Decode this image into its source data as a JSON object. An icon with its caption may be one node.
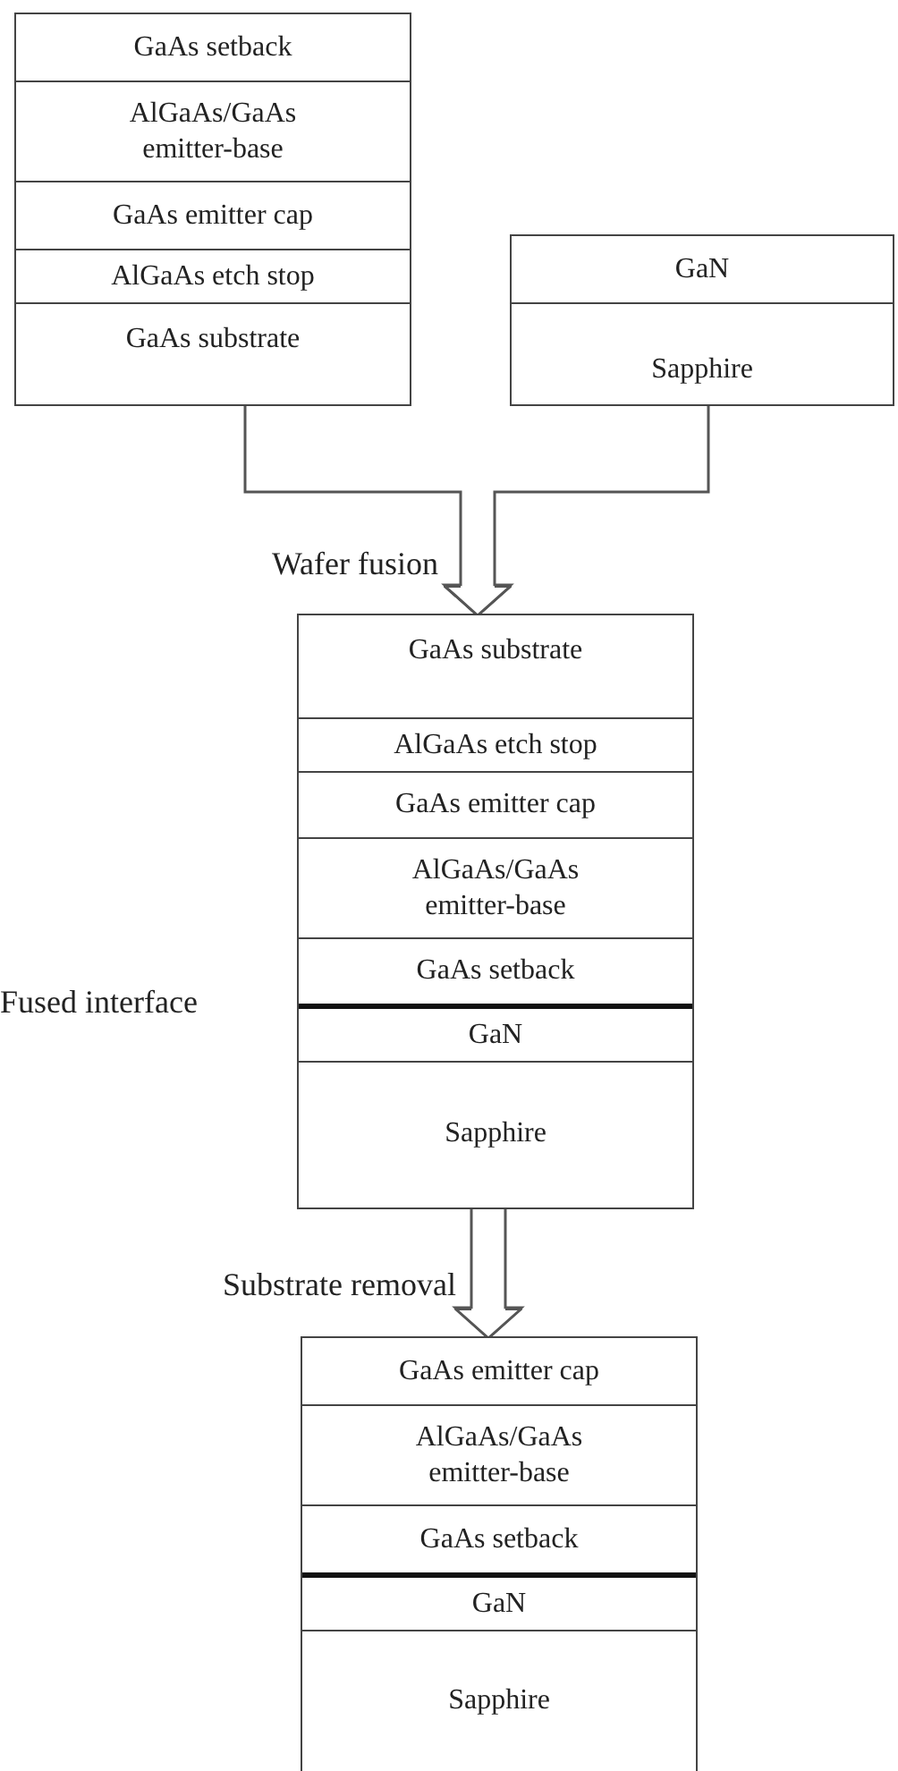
{
  "diagram": {
    "nodes": [
      {
        "text": [],
        "shape": "box"
      },
      {
        "text": [
          "GaAs setback"
        ],
        "in": 0
      },
      {
        "text": [
          "AlGaAs/GaAs emitter-base"
        ],
        "in": 0
      },
      {
        "text": [
          "GaAs emitter cap"
        ],
        "in": 0
      },
      {
        "text": [
          "AlGaAs etch stop"
        ],
        "in": 0
      },
      {
        "text": [
          "GaAs substrate"
        ],
        "in": 0
      },
      {
        "text": [],
        "shape": "box"
      },
      {
        "text": [
          "GaN"
        ],
        "in": 6
      },
      {
        "text": [
          "Sapphire"
        ],
        "in": 6
      },
      {
        "text": [],
        "shape": "box"
      },
      {
        "text": [
          "GaAs substrate"
        ],
        "in": 9
      },
      {
        "text": [
          "AlGaAs etch stop"
        ],
        "in": 9
      },
      {
        "text": [
          "GaAs emitter cap"
        ],
        "in": 9
      },
      {
        "text": [
          "AlGaAs/GaAs emitter-base"
        ],
        "in": 9
      },
      {
        "text": [
          "GaAs setback"
        ],
        "in": 9
      },
      {
        "text": [
          "GaN"
        ],
        "in": 9
      },
      {
        "text": [
          "Sapphire"
        ],
        "in": 9
      },
      {
        "text": [],
        "shape": "box"
      },
      {
        "text": [
          "GaAs emitter cap"
        ],
        "in": 17
      },
      {
        "text": [
          "AlGaAs/GaAs emitter-base"
        ],
        "in": 17
      },
      {
        "text": [
          "GaAs setback"
        ],
        "in": 17
      },
      {
        "text": [
          "GaN"
        ],
        "in": 17
      },
      {
        "text": [
          "Sapphire"
        ],
        "in": 17
      }
    ],
    "edges": [
      {
        "from": 0,
        "to": 9,
        "arrow": "to",
        "label": "Wafer fusion"
      },
      {
        "from": 6,
        "to": 9,
        "arrow": "to"
      },
      {
        "from": 9,
        "to": 17,
        "arrow": "to",
        "label": "Substrate removal"
      }
    ],
    "labels": [
      "Fused interface"
    ]
  }
}
